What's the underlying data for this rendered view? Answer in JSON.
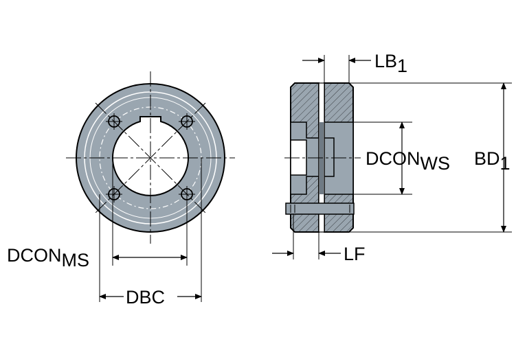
{
  "labels": {
    "lb": {
      "main": "LB",
      "sub": "1"
    },
    "dcon_ws": {
      "main": "DCON",
      "sub": "WS"
    },
    "bd": {
      "main": "BD",
      "sub": "1"
    },
    "dcon_ms": {
      "main": "DCON",
      "sub": "MS"
    },
    "dbc": "DBC",
    "lf": "LF"
  },
  "colors": {
    "body_fill": "#9aa6b0",
    "line": "#000000",
    "background": "#ffffff"
  }
}
